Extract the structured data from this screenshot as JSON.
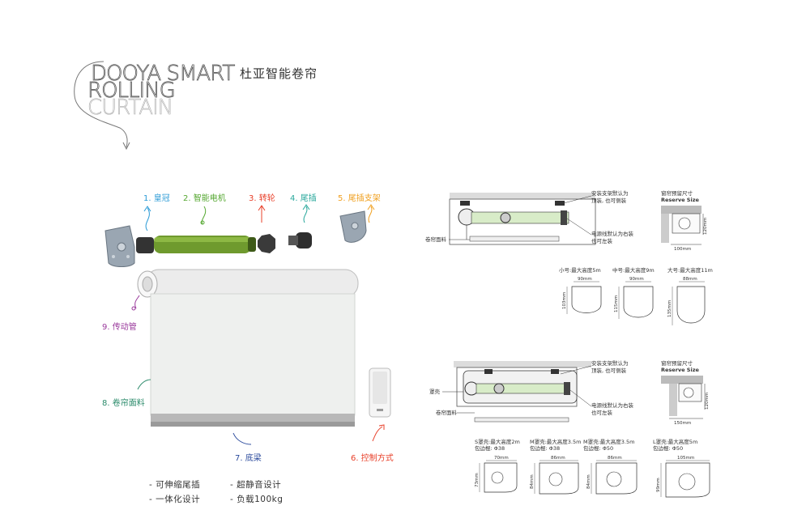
{
  "brand": {
    "line1": "DOOYA SMART",
    "line2": "ROLLING",
    "line3": "CURTAIN",
    "chinese_title": "杜亚智能卷帘"
  },
  "components": [
    {
      "label": "1. 皇冠",
      "color": "#2a9ad6"
    },
    {
      "label": "2. 智能电机",
      "color": "#56a832"
    },
    {
      "label": "3. 转轮",
      "color": "#e8402a"
    },
    {
      "label": "4. 尾插",
      "color": "#2aa89c"
    },
    {
      "label": "5. 尾插支架",
      "color": "#f0a020"
    },
    {
      "label": "6. 控制方式",
      "color": "#e8402a"
    },
    {
      "label": "7. 底梁",
      "color": "#2a4a9c"
    },
    {
      "label": "8. 卷帘面料",
      "color": "#2a8a6a"
    },
    {
      "label": "9. 传动管",
      "color": "#9a3a9c"
    }
  ],
  "features": [
    "- 可伸缩尾插",
    "- 超静音设计",
    "- 一体化设计",
    "- 负载100kg"
  ],
  "top_diagram": {
    "note_install": [
      "安装支架默认为",
      "顶装, 也可侧装"
    ],
    "note_cable": [
      "电源线默认为右装",
      "也可左装"
    ],
    "fabric_label": "卷帘面料",
    "reserve_title": "窗帘预留尺寸",
    "reserve_title_en": "Reserve Size",
    "reserve_w": "100mm",
    "reserve_h": "120mm",
    "sizes": [
      {
        "label": "小号:最大高度5m",
        "w": "90mm",
        "h": "103mm"
      },
      {
        "label": "中号:最大高度9m",
        "w": "90mm",
        "h": "115mm"
      },
      {
        "label": "大号:最大高度11m",
        "w": "88mm",
        "h": "135mm"
      }
    ]
  },
  "bottom_diagram": {
    "note_install": [
      "安装支架默认为",
      "顶装, 也可侧装"
    ],
    "note_cable": [
      "电源线默认为右装",
      "也可左装"
    ],
    "box_label": "罩壳",
    "fabric_label": "卷帘面料",
    "reserve_title": "窗帘预留尺寸",
    "reserve_title_en": "Reserve Size",
    "reserve_w": "150mm",
    "reserve_h": "120mm",
    "boxes": [
      {
        "label1": "S罩壳:最大高度2m",
        "label2": "包边棍: Φ38",
        "w": "70mm",
        "h": "73mm"
      },
      {
        "label1": "M罩壳:最大高度3.5m",
        "label2": "包边棍: Φ38",
        "w": "86mm",
        "h": "84mm"
      },
      {
        "label1": "M罩壳:最大高度3.5m",
        "label2": "包边棍: Φ50",
        "w": "86mm",
        "h": "84mm"
      },
      {
        "label1": "L罩壳:最大高度5m",
        "label2": "包边棍: Φ50",
        "w": "105mm",
        "h": "99mm"
      }
    ]
  }
}
